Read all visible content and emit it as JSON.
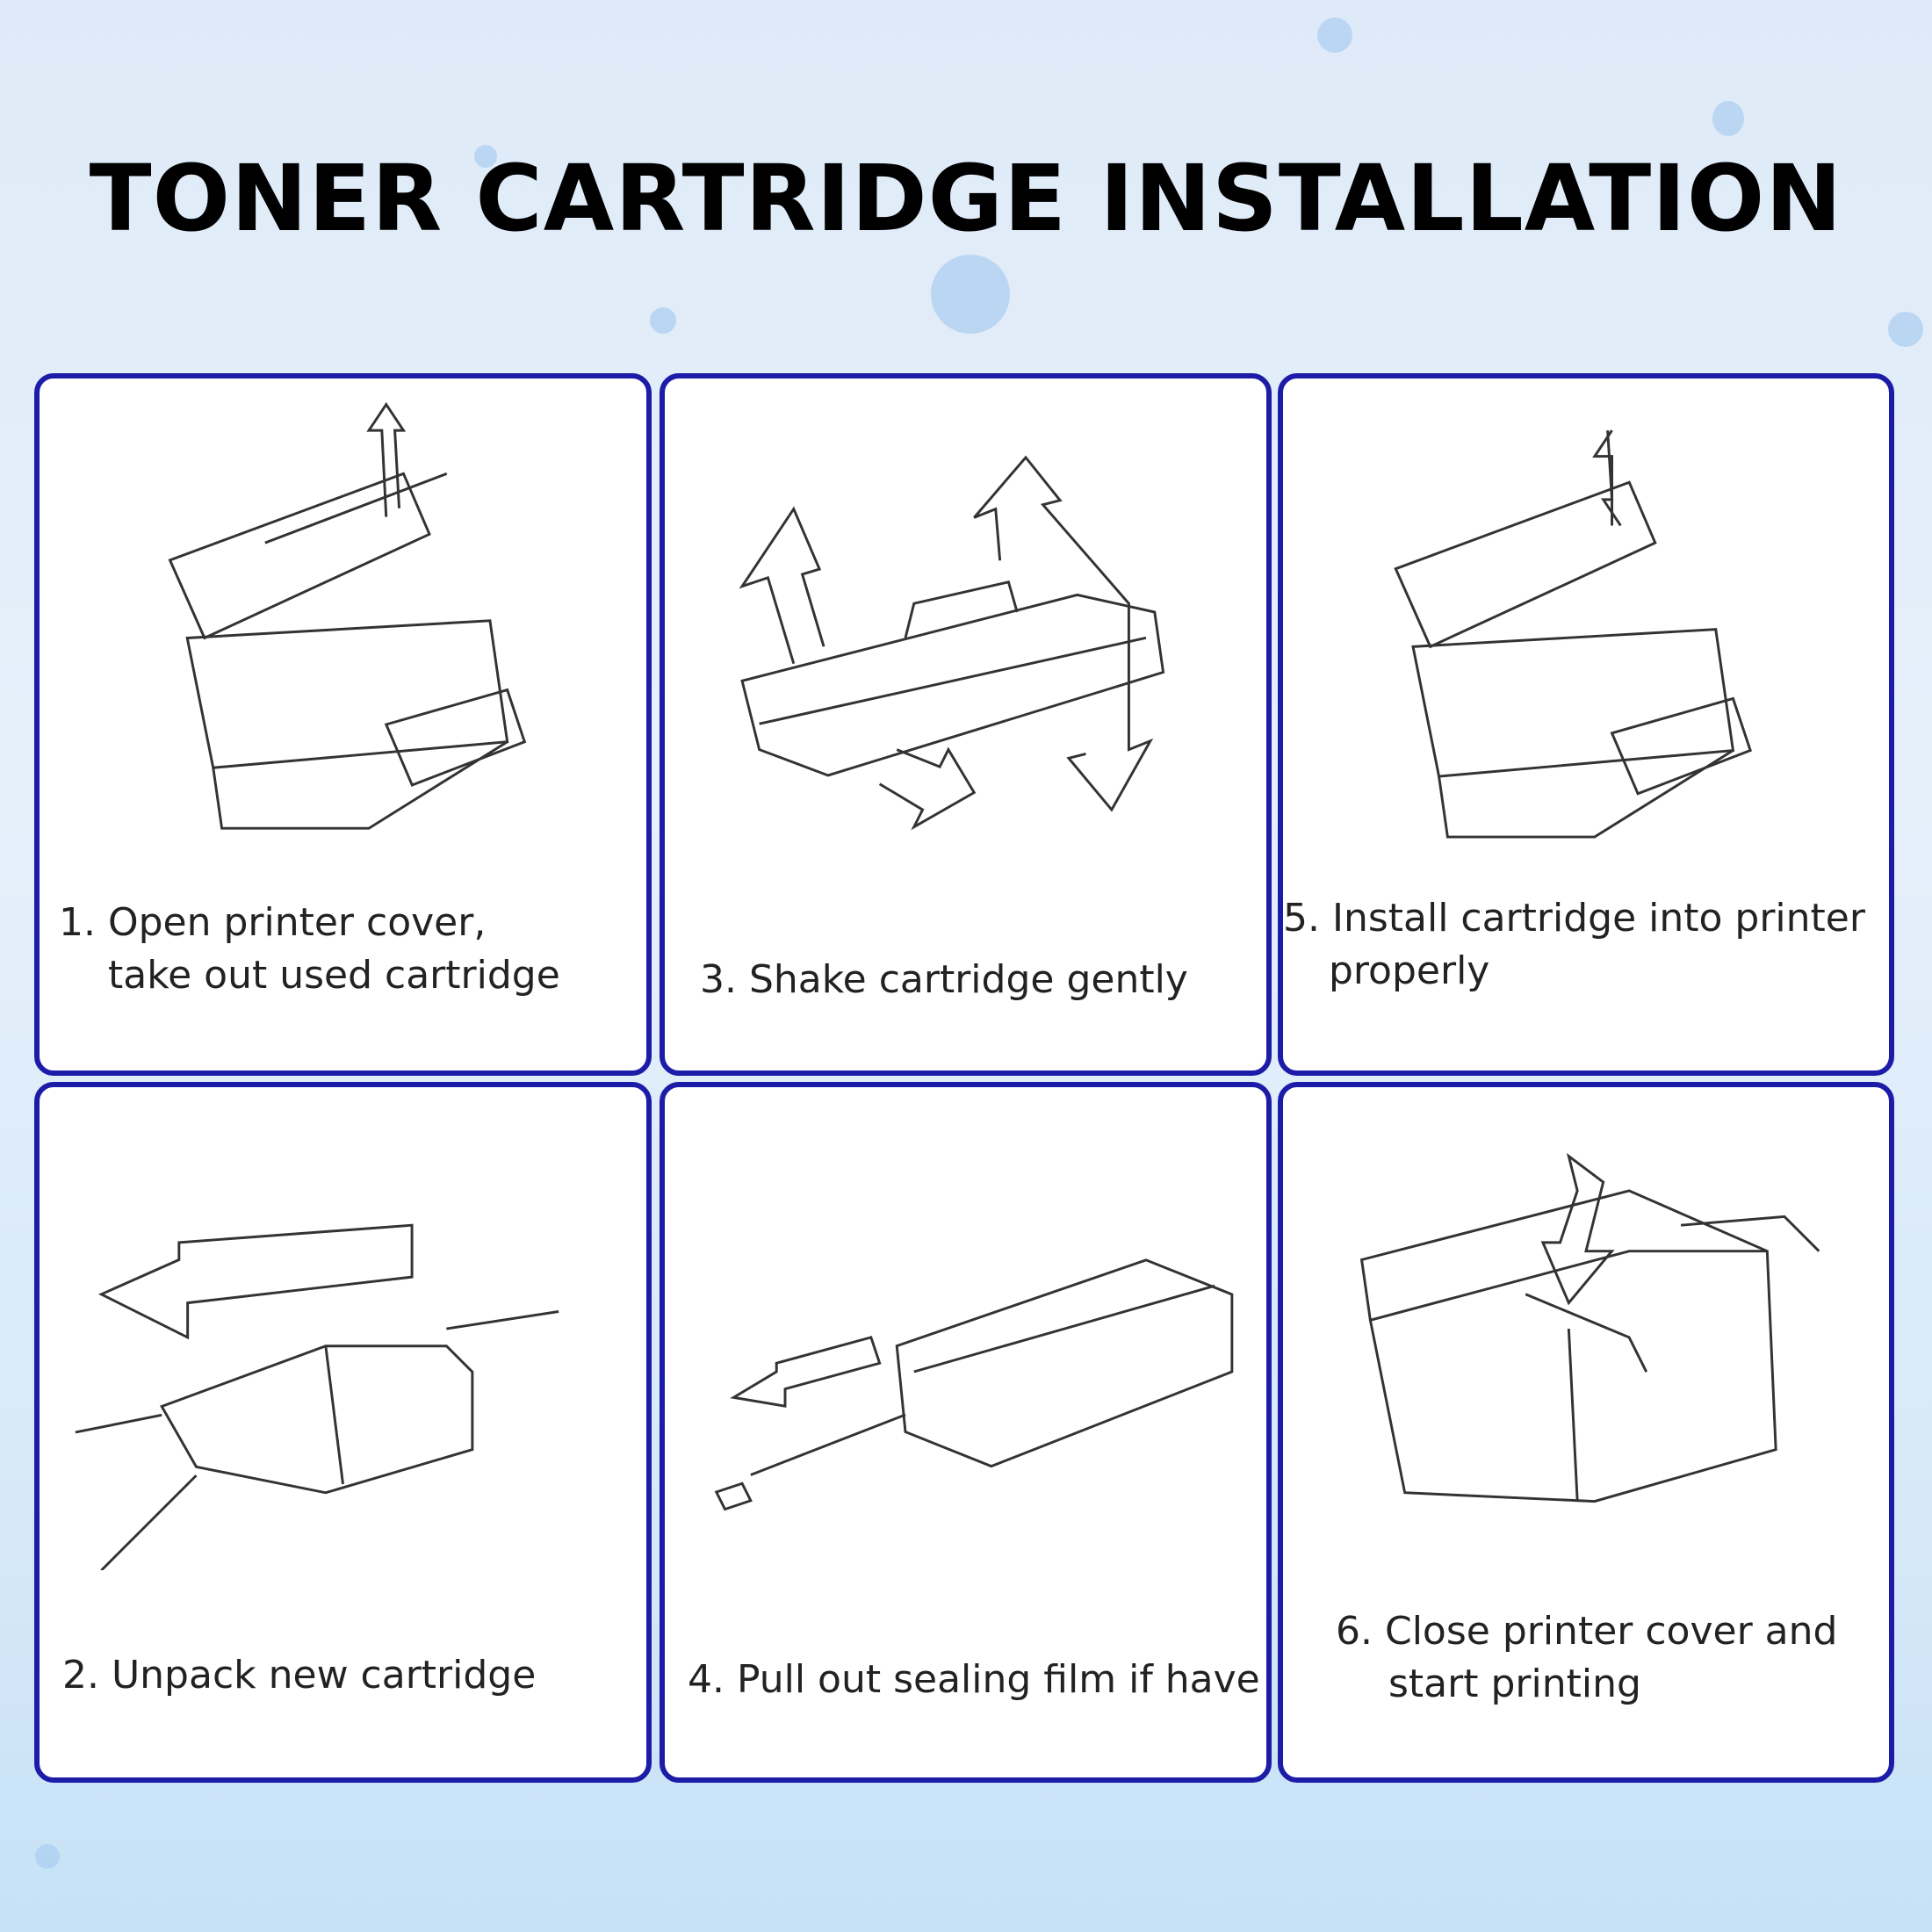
{
  "title": "TONER CARTRIDGE INSTALLATION",
  "steps": [
    {
      "line1": "1. Open printer cover,",
      "line2": "take out used cartridge"
    },
    {
      "line1": "3. Shake cartridge gently",
      "line2": ""
    },
    {
      "line1": "5. Install cartridge into printer",
      "line2": "properly"
    },
    {
      "line1": "2. Unpack new cartridge",
      "line2": ""
    },
    {
      "line1": "4. Pull out sealing film if have",
      "line2": ""
    },
    {
      "line1": "6. Close printer cover and",
      "line2": "start printing"
    }
  ],
  "colors": {
    "border": "#1c1ca8",
    "background": "#dfeaf8"
  }
}
